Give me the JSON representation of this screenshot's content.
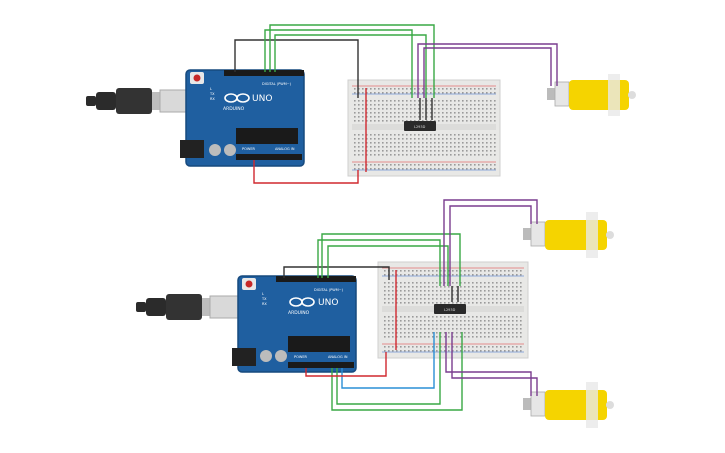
{
  "circuits": [
    {
      "arduino": {
        "brand": "ARDUINO",
        "model": "UNO",
        "header_digital": "DIGITAL (PWM~)",
        "header_analog": "ANALOG IN",
        "power_label": "POWER",
        "tx_label": "TX",
        "rx_label": "RX",
        "l_label": "L"
      },
      "chip_label": "L293D"
    },
    {
      "arduino": {
        "brand": "ARDUINO",
        "model": "UNO",
        "header_digital": "DIGITAL (PWM~)",
        "header_analog": "ANALOG IN",
        "power_label": "POWER",
        "tx_label": "TX",
        "rx_label": "RX",
        "l_label": "L"
      },
      "chip_label": "L293D"
    }
  ],
  "colors": {
    "board": "#1f5fa0",
    "board_edge": "#174a7e",
    "breadboard": "#e8e8e6",
    "motor": "#f5d400",
    "wire_green": "#39a845",
    "wire_purple": "#7a3d8f",
    "wire_black": "#333333",
    "wire_red": "#d0282f",
    "wire_blue": "#2a8fd6"
  },
  "icons": {
    "usb_cable": "usb-cable-icon",
    "motor": "dc-gear-motor-icon",
    "chip": "ic-chip-icon"
  }
}
